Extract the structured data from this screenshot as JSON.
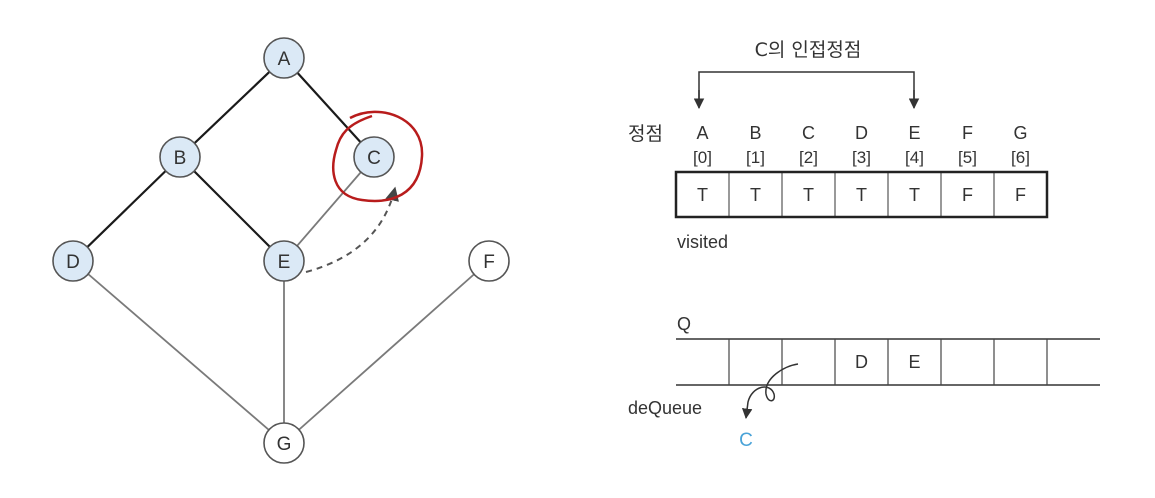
{
  "graph": {
    "nodes": [
      {
        "id": "A",
        "label": "A",
        "visited": true
      },
      {
        "id": "B",
        "label": "B",
        "visited": true
      },
      {
        "id": "C",
        "label": "C",
        "visited": true
      },
      {
        "id": "D",
        "label": "D",
        "visited": true
      },
      {
        "id": "E",
        "label": "E",
        "visited": true
      },
      {
        "id": "F",
        "label": "F",
        "visited": false
      },
      {
        "id": "G",
        "label": "G",
        "visited": false
      }
    ],
    "edges": [
      {
        "from": "A",
        "to": "B",
        "traversed": true
      },
      {
        "from": "A",
        "to": "C",
        "traversed": true
      },
      {
        "from": "B",
        "to": "D",
        "traversed": true
      },
      {
        "from": "B",
        "to": "E",
        "traversed": true
      },
      {
        "from": "C",
        "to": "E",
        "traversed": false
      },
      {
        "from": "D",
        "to": "G",
        "traversed": false
      },
      {
        "from": "E",
        "to": "G",
        "traversed": false
      },
      {
        "from": "F",
        "to": "G",
        "traversed": false
      }
    ],
    "current": "C"
  },
  "adjacency": {
    "title": "C의 인접정점"
  },
  "visited_array": {
    "row_label": "정점",
    "name": "visited",
    "columns": [
      {
        "vertex": "A",
        "index": "[0]",
        "value": "T"
      },
      {
        "vertex": "B",
        "index": "[1]",
        "value": "T"
      },
      {
        "vertex": "C",
        "index": "[2]",
        "value": "T"
      },
      {
        "vertex": "D",
        "index": "[3]",
        "value": "T"
      },
      {
        "vertex": "E",
        "index": "[4]",
        "value": "T"
      },
      {
        "vertex": "F",
        "index": "[5]",
        "value": "F"
      },
      {
        "vertex": "G",
        "index": "[6]",
        "value": "F"
      }
    ]
  },
  "queue": {
    "name": "Q",
    "cells": [
      "",
      "",
      "",
      "D",
      "E",
      "",
      "",
      ""
    ],
    "dequeue_label": "deQueue",
    "dequeued": "C"
  },
  "colors": {
    "visited_fill": "#dbe9f6",
    "node_stroke": "#555555",
    "unvisited_fill": "#ffffff",
    "traversed_edge": "#1a1a1a",
    "other_edge": "#7a7a7a",
    "highlight": "#b81c1c",
    "dequeued_text": "#4aa3d8",
    "text": "#333333"
  }
}
